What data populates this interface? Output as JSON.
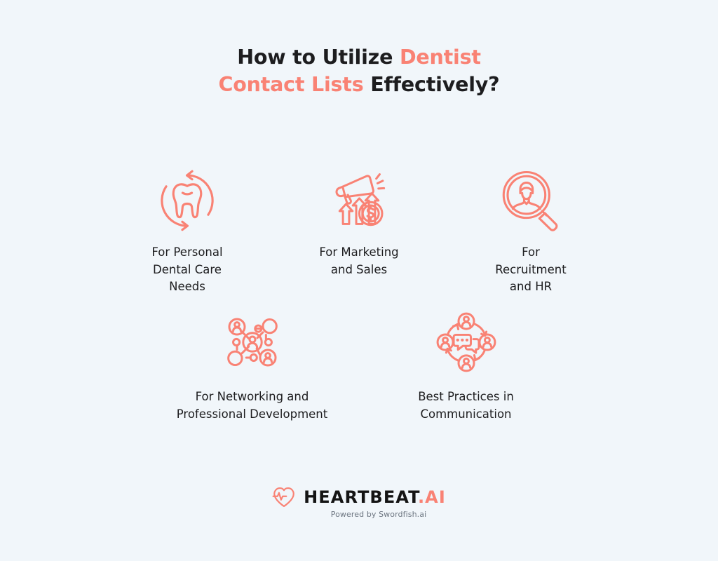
{
  "theme": {
    "background": "#f1f6fa",
    "accent": "#f98274",
    "text": "#1d1d1f",
    "muted": "#6c7580"
  },
  "title": {
    "line1_plain": "How to Utilize ",
    "line1_accent": "Dentist",
    "line2_accent": "Contact Lists",
    "line2_plain": " Effectively?"
  },
  "items": [
    {
      "icon": "tooth-recycle-icon",
      "label": "For Personal\nDental Care\nNeeds"
    },
    {
      "icon": "megaphone-growth-money-icon",
      "label": "For Marketing\nand Sales"
    },
    {
      "icon": "magnifier-person-search-icon",
      "label": "For\nRecruitment\nand HR"
    },
    {
      "icon": "network-people-nodes-icon",
      "label": "For Networking and\nProfessional Development"
    },
    {
      "icon": "communication-cycle-chat-icon",
      "label": "Best Practices in\nCommunication"
    }
  ],
  "footer": {
    "logo_name": "HEARTBEAT",
    "logo_suffix": ".AI",
    "logo_icon": "heartbeat-pulse-icon",
    "tagline": "Powered by Swordfish.ai"
  }
}
